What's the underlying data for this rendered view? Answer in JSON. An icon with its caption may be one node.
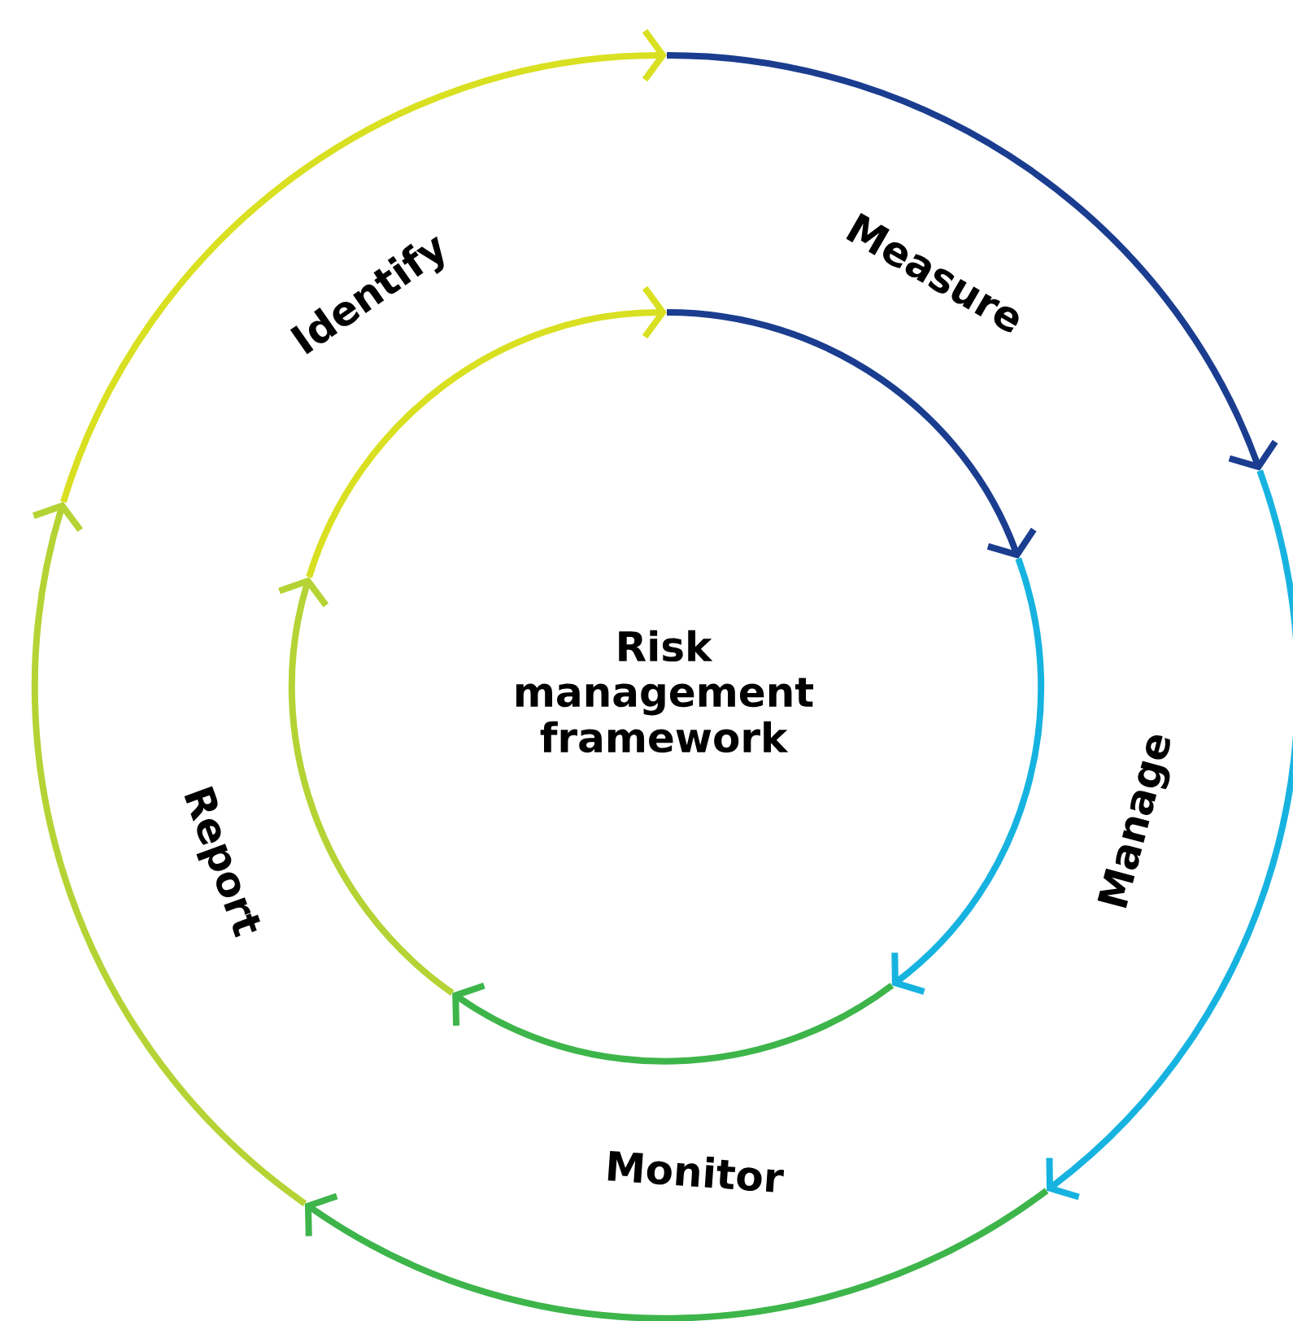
{
  "diagram": {
    "nodes": [
      {
        "text": [
          "Risk management framework"
        ]
      }
    ],
    "labels": [
      "Identify",
      "Measure",
      "Manage",
      "Monitor",
      "Report"
    ]
  }
}
